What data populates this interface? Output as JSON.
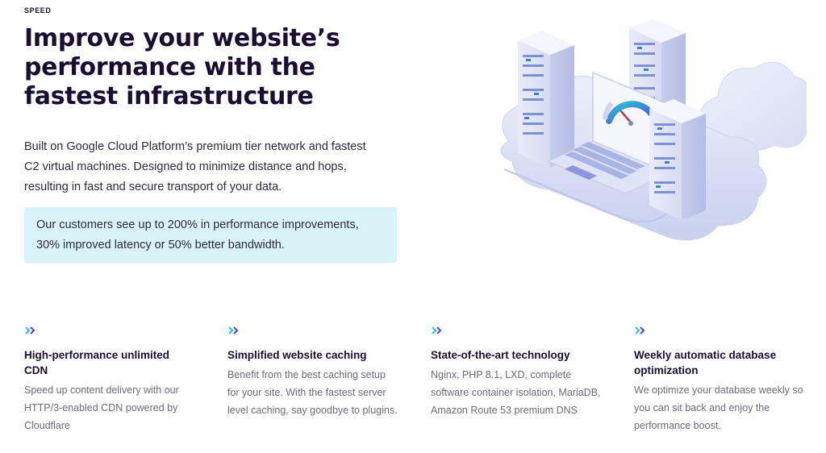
{
  "eyebrow": "SPEED",
  "headline": {
    "line1": "Improve your website’s",
    "line2": "performance with the",
    "line3": "fastest infrastructure"
  },
  "intro": {
    "line1": "Built on Google Cloud Platform’s premium tier network and fastest",
    "line2": "C2 virtual machines. Designed to minimize distance and hops,",
    "line3": "resulting in fast and secure transport of your data."
  },
  "callout": {
    "line1": "Our customers see up to 200% in performance improvements,",
    "line2": "30% improved latency or 50% better bandwidth."
  },
  "colors": {
    "heading": "#1b0d32",
    "body": "#2f2a3d",
    "muted": "#6f6b7a",
    "callout_bg": "#d9f4f6",
    "accent_purple": "#5b3fd9",
    "accent_cyan": "#26c7d8"
  },
  "illustration": {
    "icon": "cloud-servers-laptop-speedometer-illustration"
  },
  "features": [
    {
      "icon": "double-chevron-right-icon",
      "title": [
        "High-performance unlimited",
        "CDN"
      ],
      "desc": [
        "Speed up content delivery with our",
        "HTTP/3-enabled CDN powered by",
        "Cloudflare"
      ]
    },
    {
      "icon": "double-chevron-right-icon",
      "title": [
        "Simplified website caching"
      ],
      "desc": [
        "Benefit from the best caching setup",
        "for your site. With the fastest server",
        "level caching, say goodbye to plugins."
      ]
    },
    {
      "icon": "double-chevron-right-icon",
      "title": [
        "State-of-the-art technology"
      ],
      "desc": [
        "Nginx, PHP 8.1, LXD, complete",
        "software container isolation, MariaDB,",
        "Amazon Route 53 premium DNS"
      ]
    },
    {
      "icon": "double-chevron-right-icon",
      "title": [
        "Weekly automatic database",
        "optimization"
      ],
      "desc": [
        "We optimize your database weekly so",
        "you can sit back and enjoy the",
        "performance boost."
      ]
    }
  ]
}
